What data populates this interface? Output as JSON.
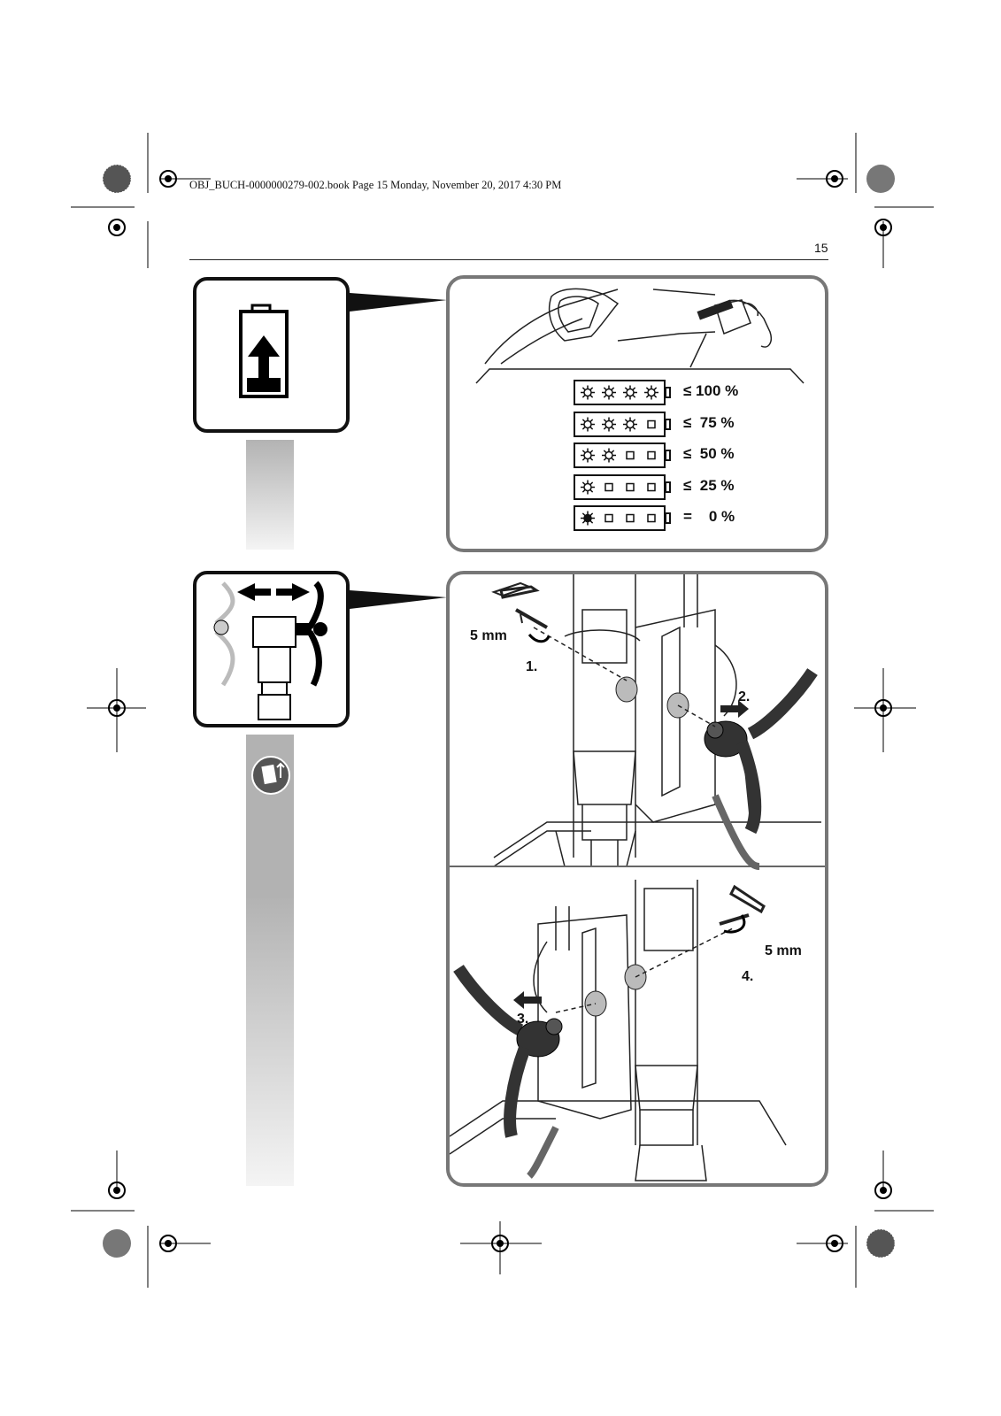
{
  "header": {
    "print_line": "OBJ_BUCH-0000000279-002.book  Page 15  Monday, November 20, 2017  4:30 PM",
    "page_number": "15"
  },
  "battery_section": {
    "icon": "battery-charge-icon",
    "levels": [
      {
        "lit": 4,
        "label": "≤ 100 %"
      },
      {
        "lit": 3,
        "label": "≤  75 %"
      },
      {
        "lit": 2,
        "label": "≤  50 %"
      },
      {
        "lit": 1,
        "label": "≤  25 %"
      },
      {
        "lit": 1,
        "label": "=    0 %",
        "blinking": true
      }
    ]
  },
  "handle_section": {
    "icon": "handle-swap-icon",
    "note_icon": "manual-reference-icon",
    "top_figure": {
      "wrench_size": "5 mm",
      "step1": "1.",
      "step2": "2."
    },
    "bottom_figure": {
      "wrench_size": "5 mm",
      "step3": "3.",
      "step4": "4."
    }
  },
  "colors": {
    "panel_border": "#777777",
    "icon_border": "#111111",
    "bar_gradient_top": "#b3b3b3",
    "bar_gradient_bottom": "#f4f4f4"
  }
}
